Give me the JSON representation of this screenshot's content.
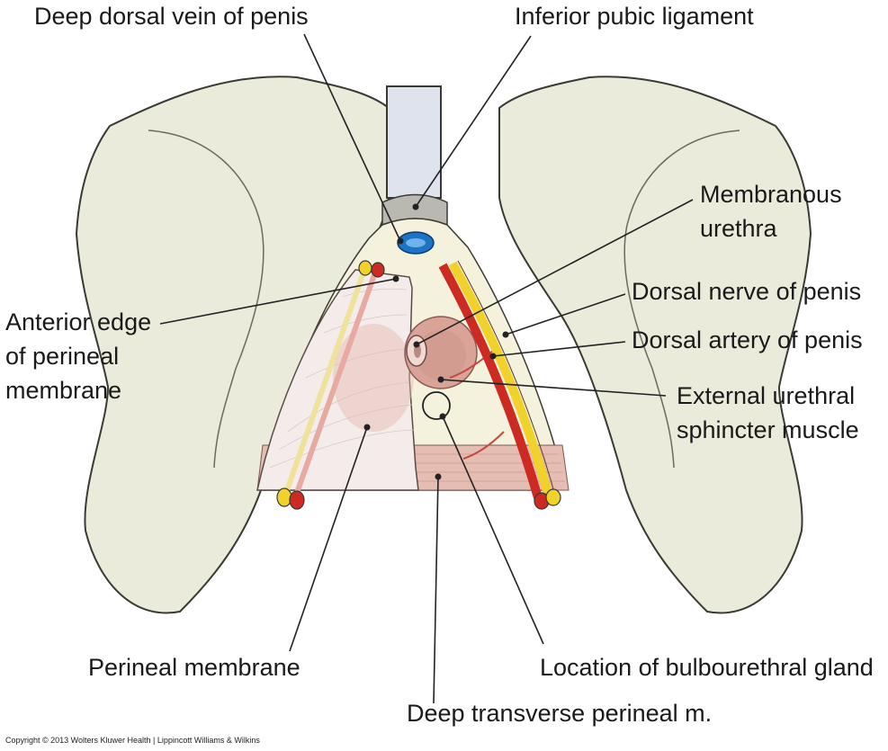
{
  "labels": {
    "deep_dorsal_vein": "Deep dorsal vein of penis",
    "inferior_pubic_ligament": "Inferior pubic ligament",
    "membranous_urethra_1": "Membranous",
    "membranous_urethra_2": "urethra",
    "dorsal_nerve": "Dorsal nerve of penis",
    "dorsal_artery": "Dorsal artery of penis",
    "anterior_edge_1": "Anterior edge",
    "anterior_edge_2": "of perineal",
    "anterior_edge_3": "membrane",
    "external_sphincter_1": "External urethral",
    "external_sphincter_2": "sphincter muscle",
    "perineal_membrane": "Perineal membrane",
    "bulbourethral_gland": "Location of bulbourethral gland",
    "deep_transverse": "Deep transverse perineal m."
  },
  "copyright": "Copyright © 2013 Wolters Kluwer Health | Lippincott Williams & Wilkins",
  "colors": {
    "bone": "#ebebdb",
    "bone_outline": "#3a3a34",
    "ligament": "#dfe3ee",
    "membrane_bg": "#f4f1dc",
    "muscle": "#e3b3ab",
    "sphincter": "#cf978c",
    "artery": "#cc2a22",
    "nerve": "#f0d22a",
    "vein": "#1d73c4",
    "leader_line": "#222222"
  }
}
